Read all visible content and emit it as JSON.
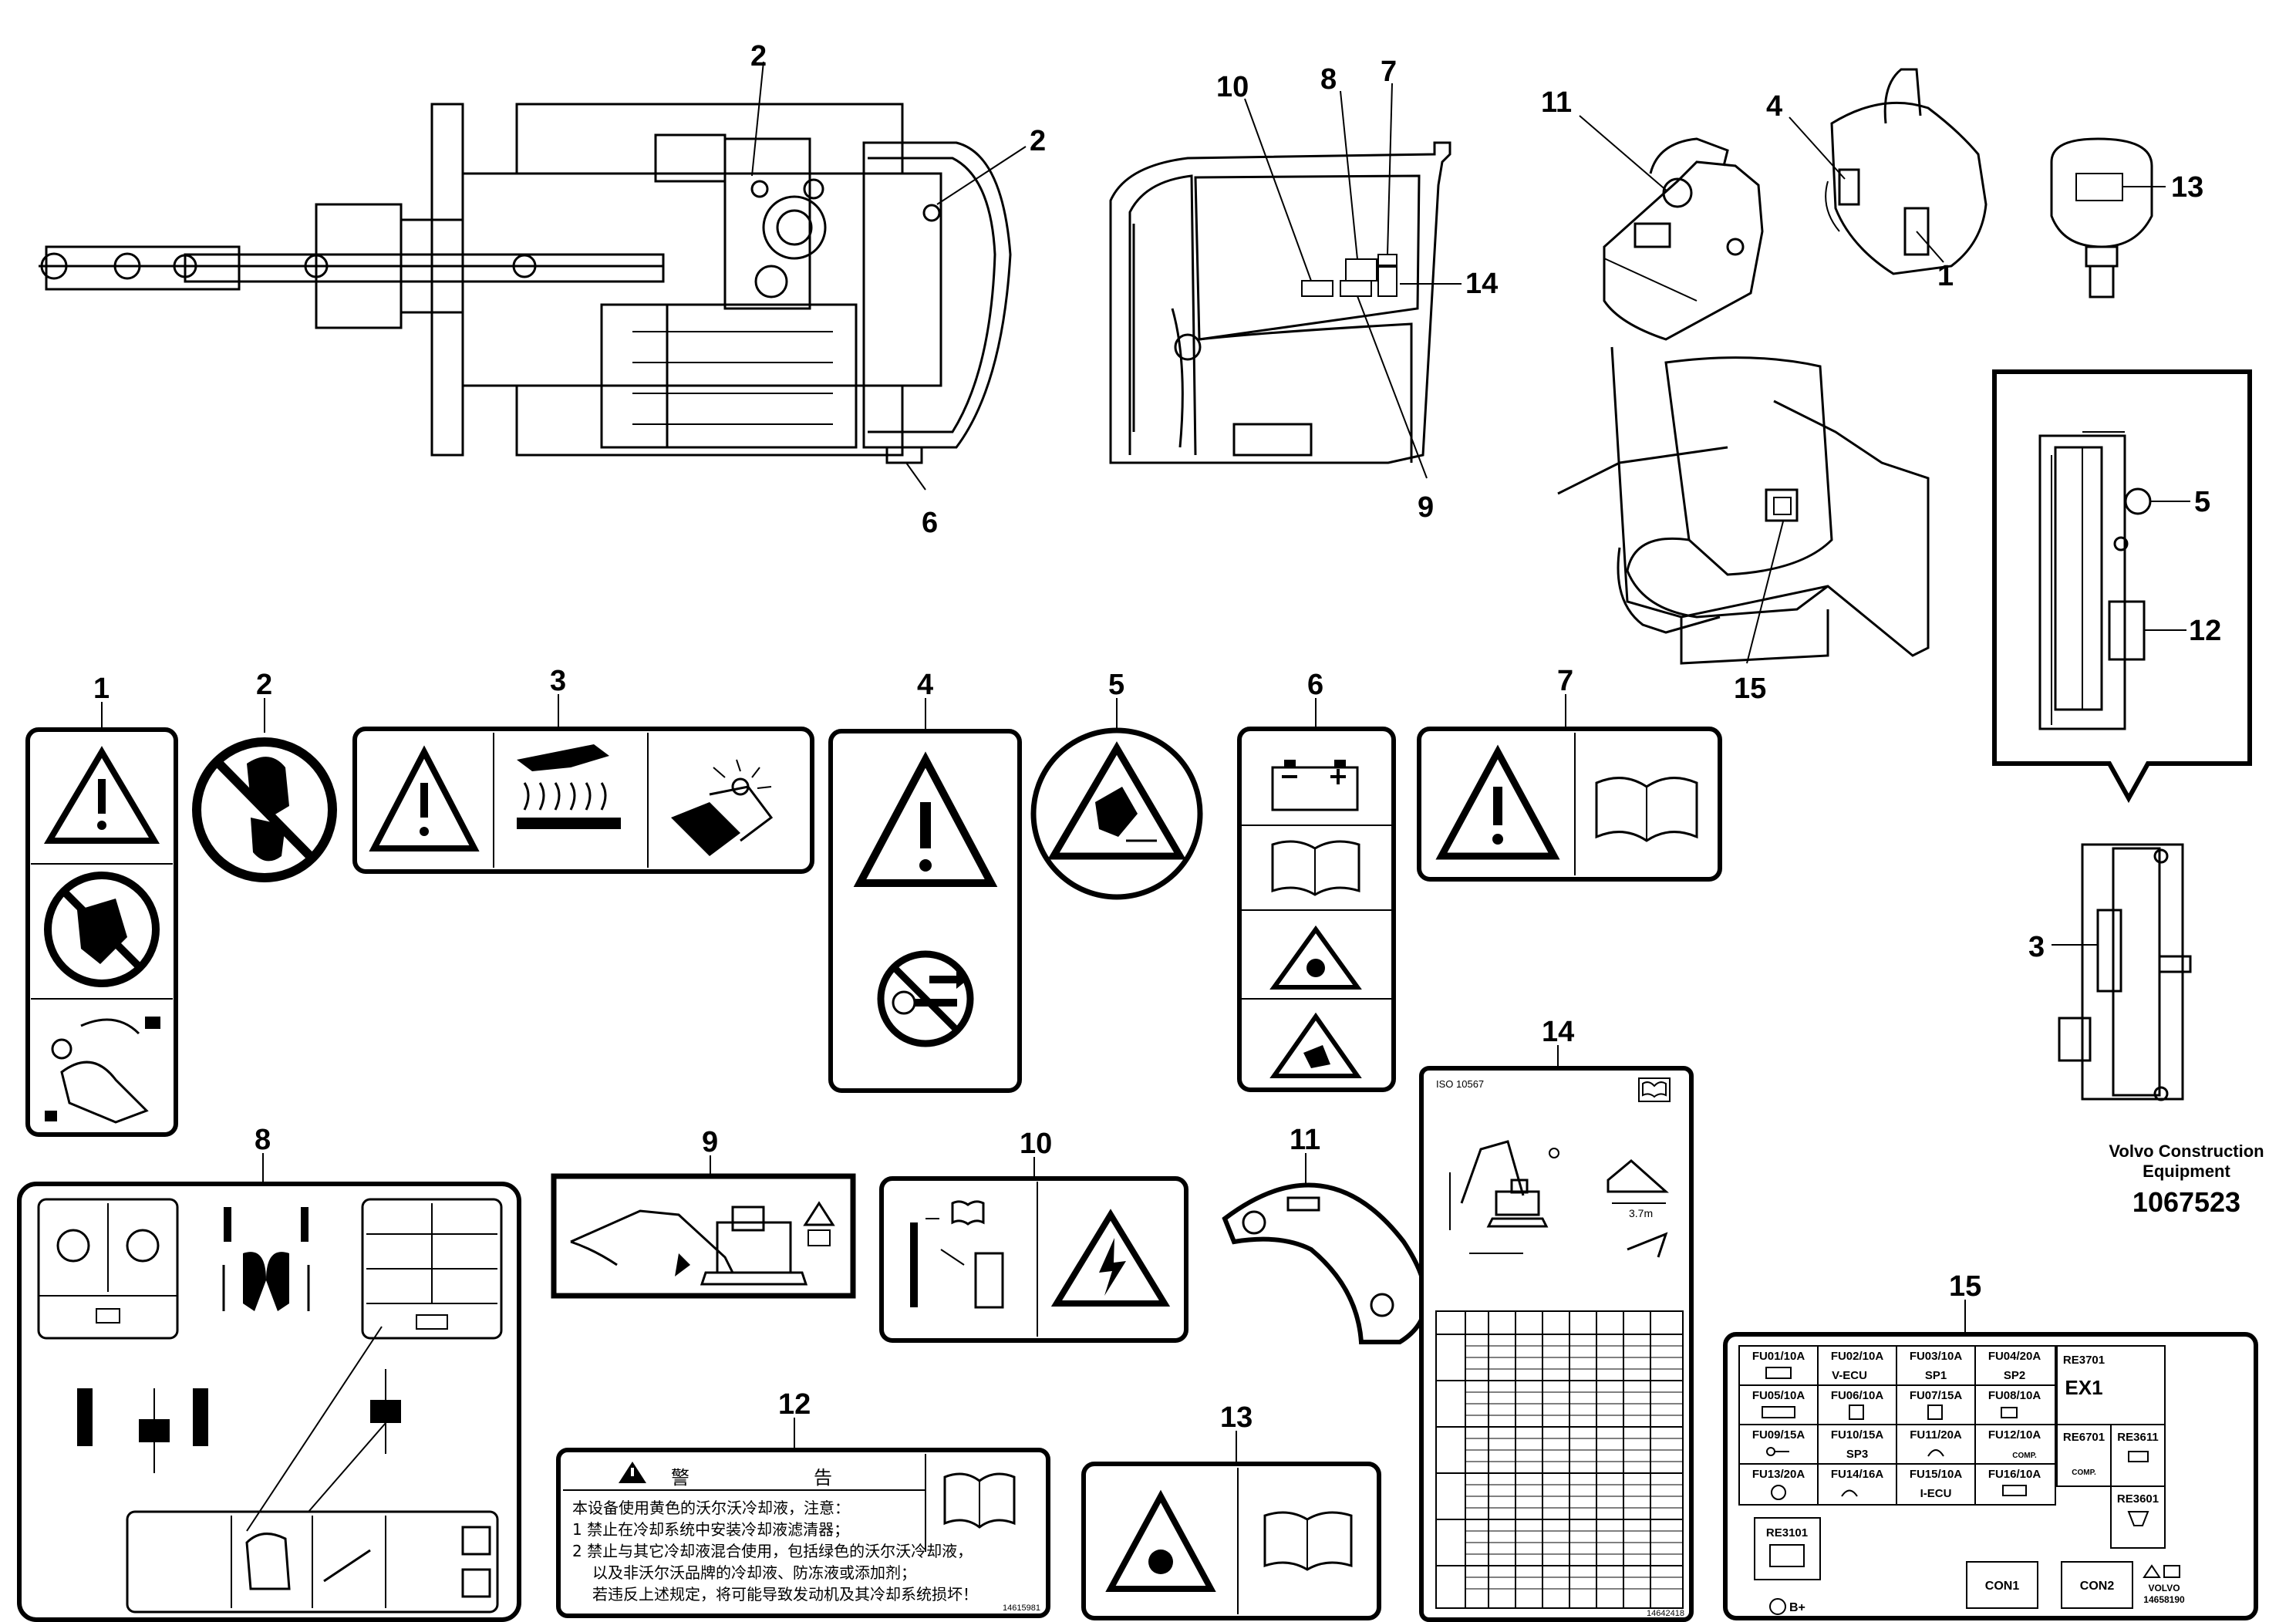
{
  "document": {
    "brand_line1": "Volvo Construction",
    "brand_line2": "Equipment",
    "document_number": "1067523"
  },
  "top_views": {
    "excavator_callouts": [
      "2",
      "2",
      "6"
    ],
    "cab_callouts": [
      "10",
      "8",
      "7",
      "14",
      "9"
    ],
    "parts_callouts": [
      "11",
      "4",
      "1",
      "13"
    ],
    "seat_callouts": [
      "15"
    ],
    "radiator_callouts": [
      "5",
      "12",
      "3"
    ]
  },
  "decals": [
    {
      "ref": "1"
    },
    {
      "ref": "2"
    },
    {
      "ref": "3"
    },
    {
      "ref": "4"
    },
    {
      "ref": "5"
    },
    {
      "ref": "6"
    },
    {
      "ref": "7"
    },
    {
      "ref": "8"
    },
    {
      "ref": "9"
    },
    {
      "ref": "10"
    },
    {
      "ref": "11"
    },
    {
      "ref": "12"
    },
    {
      "ref": "13"
    },
    {
      "ref": "14"
    },
    {
      "ref": "15"
    }
  ],
  "decal_12": {
    "heading_left": "警",
    "heading_right": "告",
    "lines": [
      "本设备使用黄色的沃尔沃冷却液，注意：",
      "1 禁止在冷却系统中安装冷却液滤清器；",
      "2 禁止与其它冷却液混合使用，包括绿色的沃尔沃冷却液，",
      "以及非沃尔沃品牌的冷却液、防冻液或添加剂；",
      "若违反上述规定，将可能导致发动机及其冷却系统损坏！"
    ],
    "part_no": "14615981"
  },
  "decal_14": {
    "header": "ISO 10567",
    "dimension": "3.7m",
    "part_no": "14642418"
  },
  "decal_15": {
    "fuses": [
      [
        "FU01/10A",
        ""
      ],
      [
        "FU02/10A",
        "V-ECU"
      ],
      [
        "FU03/10A",
        "SP1"
      ],
      [
        "FU04/20A",
        "SP2"
      ],
      [
        "FU05/10A",
        ""
      ],
      [
        "FU06/10A",
        ""
      ],
      [
        "FU07/15A",
        ""
      ],
      [
        "FU08/10A",
        ""
      ],
      [
        "FU09/15A",
        ""
      ],
      [
        "FU10/15A",
        "SP3"
      ],
      [
        "FU11/20A",
        ""
      ],
      [
        "FU12/10A",
        "COMP."
      ],
      [
        "FU13/20A",
        ""
      ],
      [
        "FU14/16A",
        ""
      ],
      [
        "FU15/10A",
        "I-ECU"
      ],
      [
        "FU16/10A",
        ""
      ]
    ],
    "relays": {
      "re3701": "RE3701",
      "ex1": "EX1",
      "re6701": "RE6701",
      "comp": "COMP.",
      "re3611": "RE3611",
      "re3601": "RE3601",
      "re3101": "RE3101"
    },
    "b_plus": "B+",
    "con1": "CON1",
    "con2": "CON2",
    "brand": "VOLVO",
    "part_no": "14658190"
  }
}
